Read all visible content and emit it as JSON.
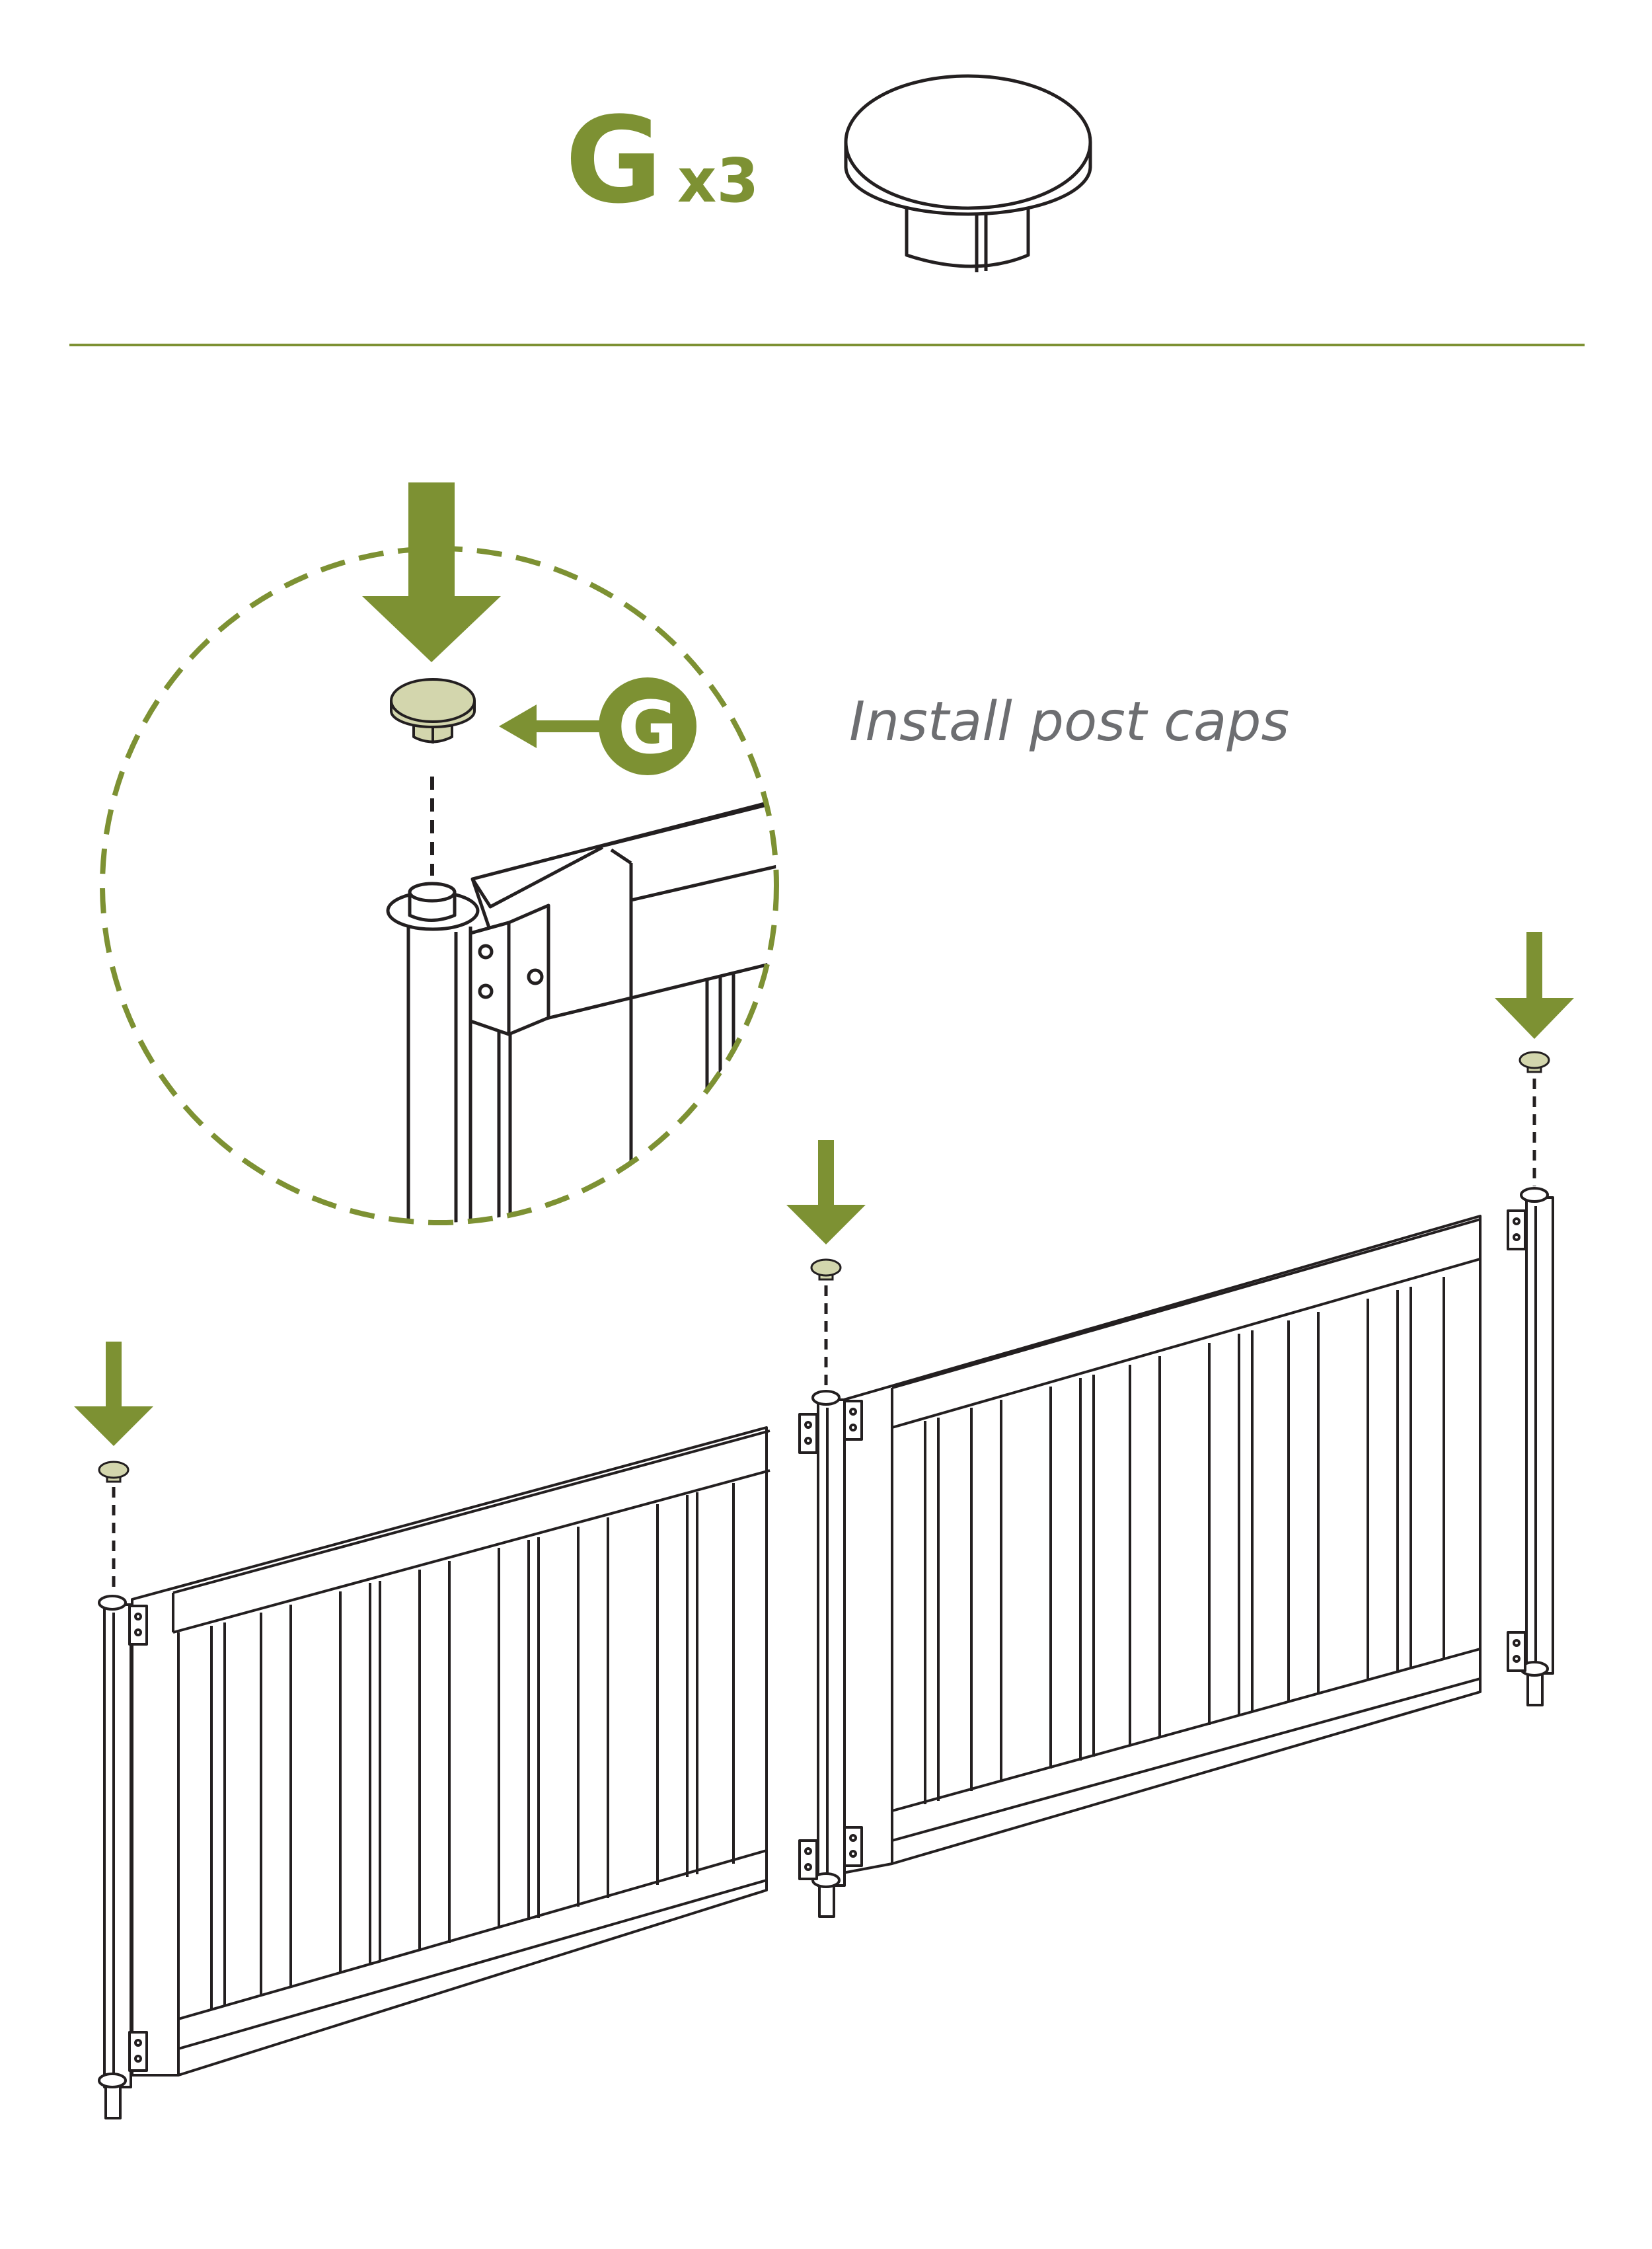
{
  "header": {
    "part_letter": "G",
    "quantity": "x3",
    "part_icon": "post-cap-icon"
  },
  "detail": {
    "callout_letter": "G",
    "instruction": "Install post caps",
    "icons": [
      "down-arrow-icon",
      "post-cap-icon",
      "left-arrow-icon",
      "hinge-bracket-icon"
    ]
  },
  "assembly": {
    "caps_shown": 3,
    "panels_shown": 2,
    "icons": [
      "down-arrow-icon",
      "post-cap-icon",
      "fence-panel-icon"
    ]
  },
  "colors": {
    "accent": "#7d9133",
    "cap_fill": "#d3d6ad",
    "line": "#231f20",
    "instruction_text": "#6d6e71",
    "background": "#ffffff"
  }
}
